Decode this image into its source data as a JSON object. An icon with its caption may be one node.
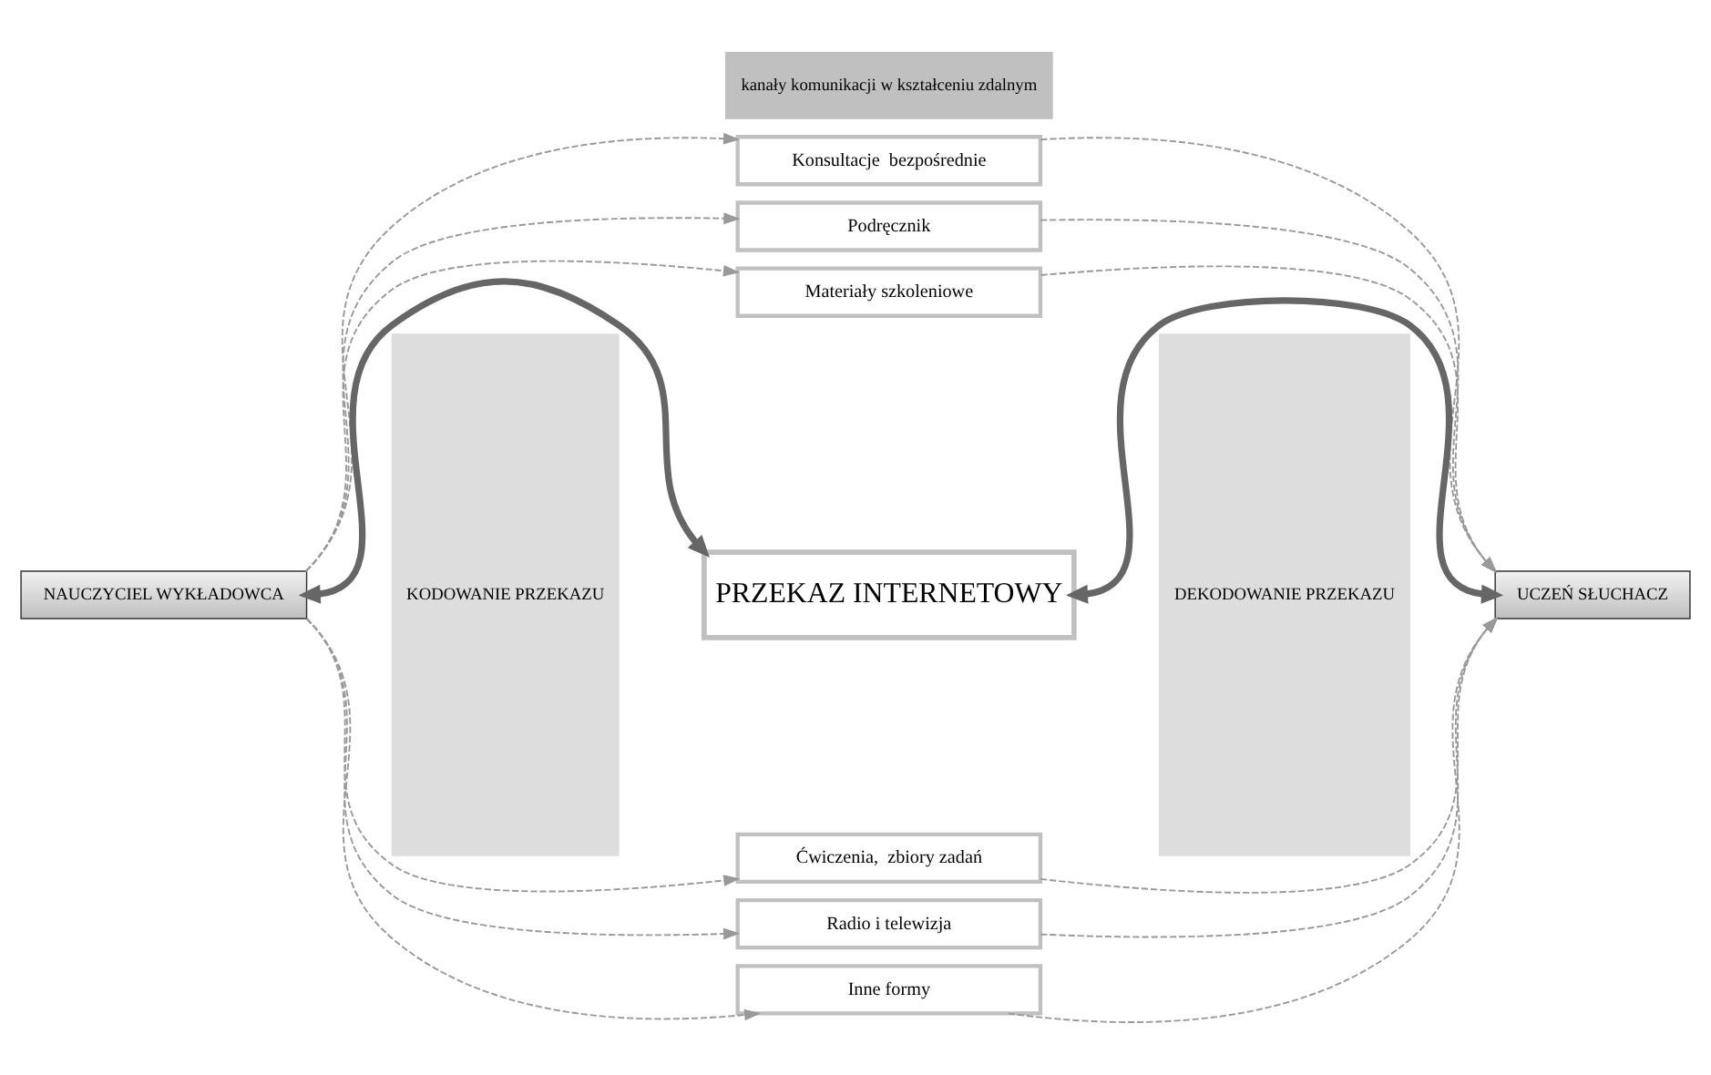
{
  "diagram": {
    "nodes": [
      {
        "text": [
          "NAUCZYCIEL WYKŁADOWCA"
        ]
      },
      {
        "text": [
          "KODOWANIE PRZEKAZU"
        ]
      },
      {
        "text": [
          "kanały komunikacji w kształceniu zdalnym"
        ]
      },
      {
        "text": [
          "Konsultacje  bezpośrednie"
        ]
      },
      {
        "text": [
          "Podręcznik"
        ]
      },
      {
        "text": [
          "Materiały szkoleniowe"
        ]
      },
      {
        "text": [
          "PRZEKAZ INTERNETOWY"
        ]
      },
      {
        "text": [
          "Ćwiczenia,  zbiory zadań"
        ]
      },
      {
        "text": [
          "Radio i telewizja"
        ]
      },
      {
        "text": [
          "Inne formy"
        ]
      },
      {
        "text": [
          "DEKODOWANIE PRZEKAZU"
        ]
      },
      {
        "text": [
          "UCZEŃ SŁUCHACZ"
        ]
      }
    ],
    "edges": [
      {
        "from": 0,
        "to": 3,
        "arrow": "to",
        "style": "dashed"
      },
      {
        "from": 0,
        "to": 4,
        "arrow": "to",
        "style": "dashed"
      },
      {
        "from": 0,
        "to": 5,
        "arrow": "to",
        "style": "dashed"
      },
      {
        "from": 0,
        "to": 6,
        "arrow": "both",
        "style": "thick",
        "color": "#666666"
      },
      {
        "from": 0,
        "to": 7,
        "arrow": "to",
        "style": "dashed"
      },
      {
        "from": 0,
        "to": 8,
        "arrow": "to",
        "style": "dashed"
      },
      {
        "from": 0,
        "to": 9,
        "arrow": "to",
        "style": "dashed"
      },
      {
        "from": 3,
        "to": 11,
        "arrow": "to",
        "style": "dashed"
      },
      {
        "from": 4,
        "to": 11,
        "arrow": "to",
        "style": "dashed"
      },
      {
        "from": 5,
        "to": 11,
        "arrow": "to",
        "style": "dashed"
      },
      {
        "from": 6,
        "to": 11,
        "arrow": "both",
        "style": "thick",
        "color": "#666666"
      },
      {
        "from": 7,
        "to": 11,
        "arrow": "to",
        "style": "dashed"
      },
      {
        "from": 8,
        "to": 11,
        "arrow": "to",
        "style": "dashed"
      },
      {
        "from": 9,
        "to": 11,
        "arrow": "to",
        "style": "dashed"
      }
    ]
  }
}
